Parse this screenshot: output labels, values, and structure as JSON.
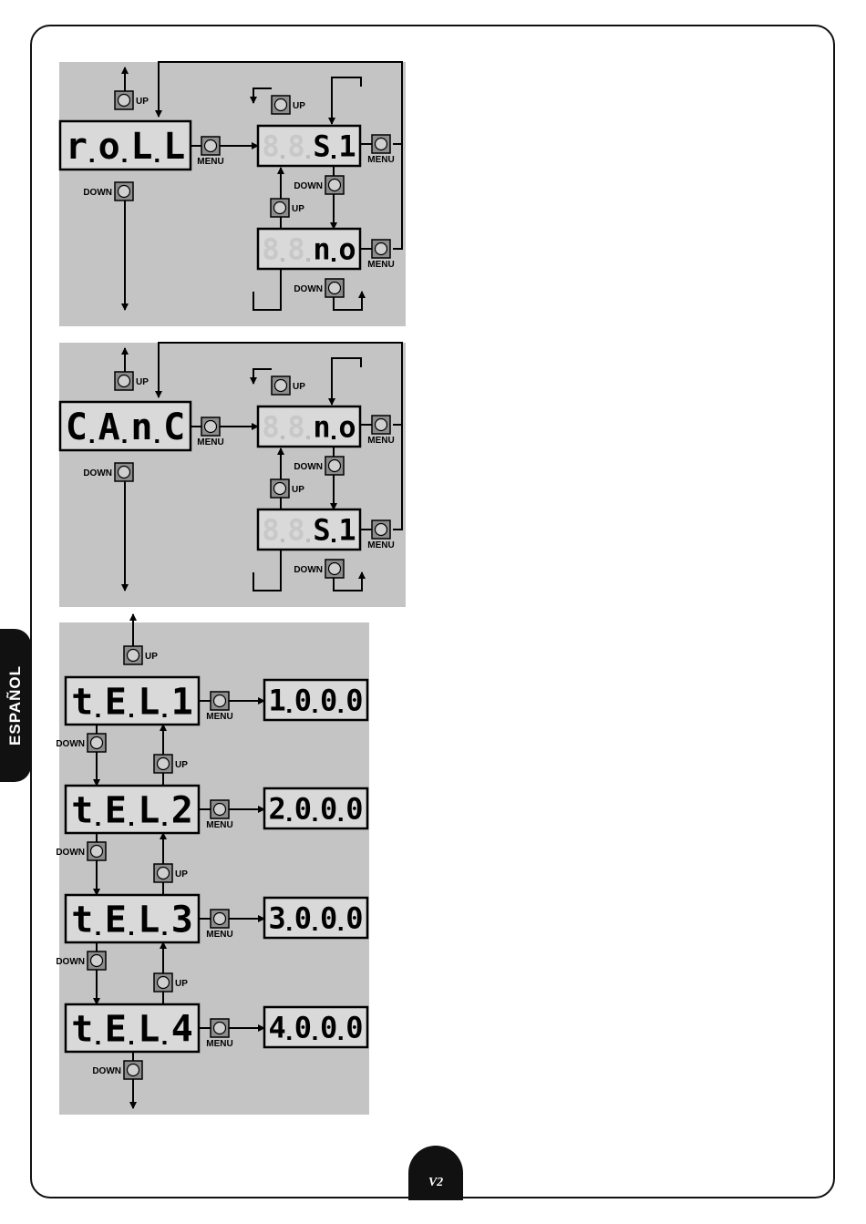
{
  "labels": {
    "up": "UP",
    "down": "DOWN",
    "menu": "MENU"
  },
  "sidebar": {
    "label": "ESPAÑOL"
  },
  "section1": {
    "main_display": [
      "r",
      "o",
      "L",
      "L"
    ],
    "display_option_a": [
      "8",
      "8",
      "S",
      "1"
    ],
    "display_option_b": [
      "8",
      "8",
      "n",
      "o"
    ]
  },
  "section2": {
    "main_display": [
      "C",
      "A",
      "n",
      "C"
    ],
    "display_option_a": [
      "8",
      "8",
      "n",
      "o"
    ],
    "display_option_b": [
      "8",
      "8",
      "S",
      "1"
    ]
  },
  "section3": {
    "rows": [
      {
        "display": [
          "t",
          "E",
          "L",
          "1"
        ],
        "value": [
          "1",
          "0",
          "0",
          "0"
        ]
      },
      {
        "display": [
          "t",
          "E",
          "L",
          "2"
        ],
        "value": [
          "2",
          "0",
          "0",
          "0"
        ]
      },
      {
        "display": [
          "t",
          "E",
          "L",
          "3"
        ],
        "value": [
          "3",
          "0",
          "0",
          "0"
        ]
      },
      {
        "display": [
          "t",
          "E",
          "L",
          "4"
        ],
        "value": [
          "4",
          "0",
          "0",
          "0"
        ]
      }
    ]
  },
  "colors": {
    "panel": "#c4c4c4",
    "display_bg": "#d9d9d9",
    "button": "#8c8c8c",
    "line": "#000000"
  }
}
